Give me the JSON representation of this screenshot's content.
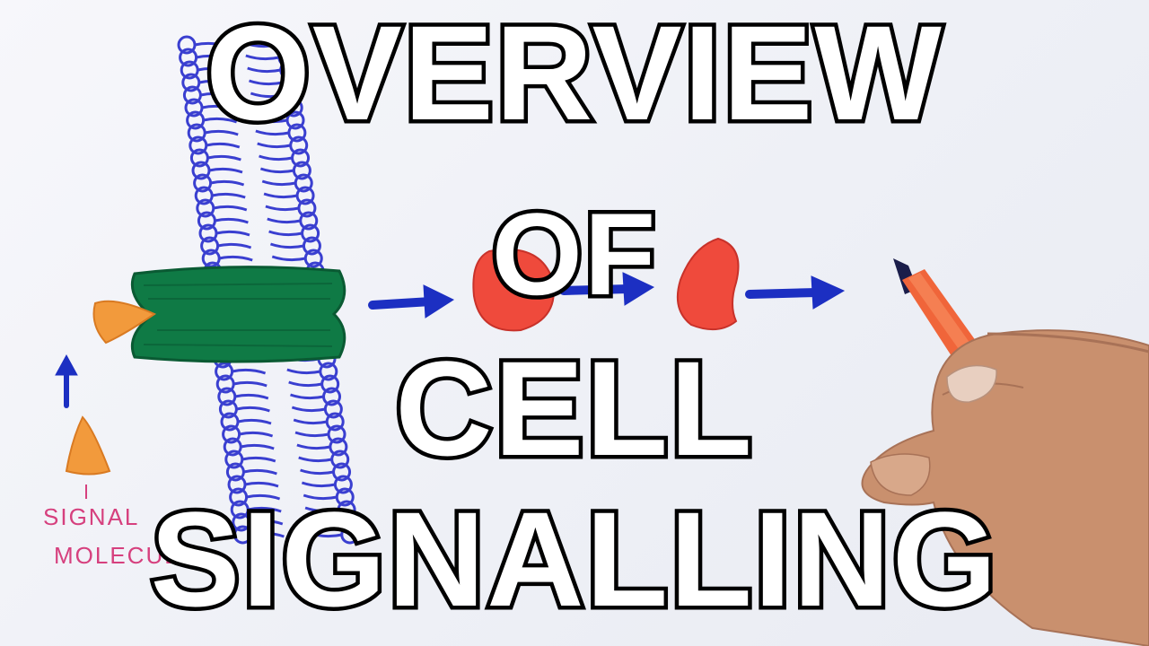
{
  "title": {
    "line1": "OVERVIEW",
    "line2": "OF",
    "line3": "CELL",
    "line4": "SIGNALLING"
  },
  "handwritten_label": {
    "line1": "SIGNAL",
    "line2": "MOLECULE"
  },
  "colors": {
    "membrane": "#3a3fd0",
    "receptor": "#0f7a45",
    "signal_molecule": "#f29a3c",
    "relay_protein": "#ef4a3c",
    "arrow": "#1c2fc2",
    "label": "#d6407e",
    "pen": "#f0653a"
  }
}
